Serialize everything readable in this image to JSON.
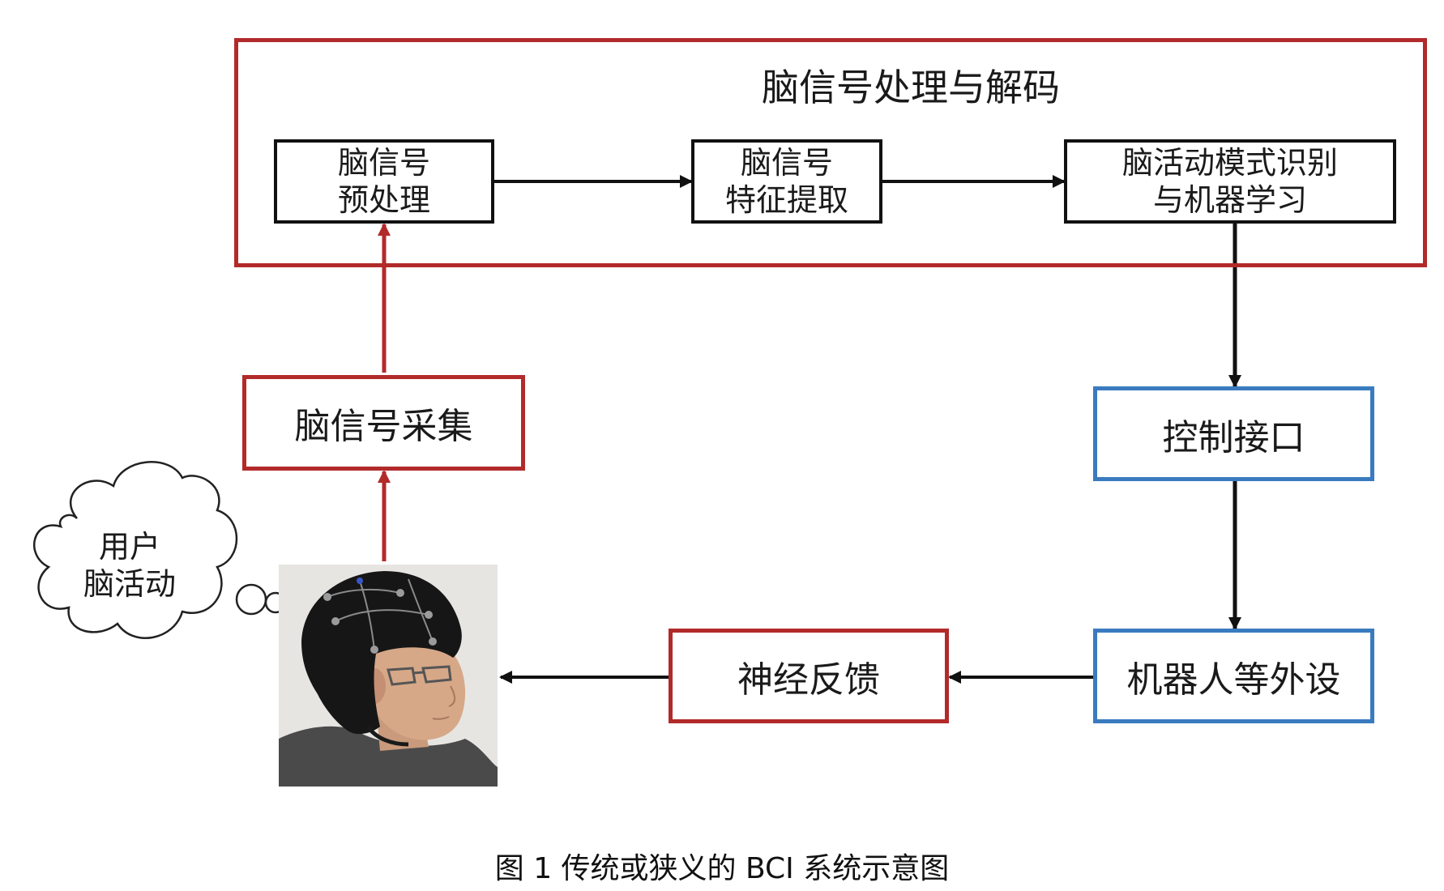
{
  "decoding_group": {
    "title": "脑信号处理与解码",
    "steps": [
      {
        "line1": "脑信号",
        "line2": "预处理"
      },
      {
        "line1": "脑信号",
        "line2": "特征提取"
      },
      {
        "line1": "脑活动模式识别",
        "line2": "与机器学习"
      }
    ]
  },
  "acquisition": {
    "label": "脑信号采集"
  },
  "user_thought": {
    "line1": "用户",
    "line2": "脑活动"
  },
  "control_interface": {
    "label": "控制接口"
  },
  "peripherals": {
    "label": "机器人等外设"
  },
  "neurofeedback": {
    "label": "神经反馈"
  },
  "caption": "图 1 传统或狭义的 BCI 系统示意图",
  "colors": {
    "red_box": "#b22a2a",
    "blue_box": "#3a7bbf",
    "black_box": "#111111",
    "cap": "#1c1c1c"
  }
}
